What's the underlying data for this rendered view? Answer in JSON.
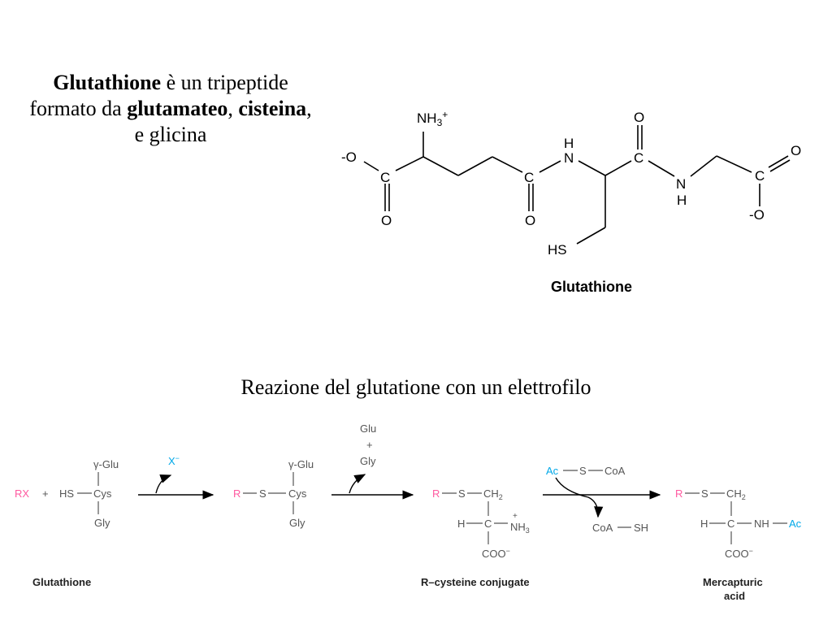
{
  "intro": {
    "w1": "Glutathione",
    "w2": " è un tripeptide formato da ",
    "w3": "glutamateo",
    "w4": ", ",
    "w5": "cisteina",
    "w6": ", e glicina"
  },
  "structure": {
    "caption": "Glutathione",
    "nh3": "NH",
    "nh3_sub": "3",
    "nh3_sup": "+",
    "o_minus_left": "-O",
    "c": "C",
    "o": "O",
    "n": "N",
    "h": "H",
    "hs": "HS",
    "o_minus_right": "-O"
  },
  "reaction_title": "Reazione del glutatione con un elettrofilo",
  "scheme": {
    "rx": "RX",
    "plus": "+",
    "hs": "HS",
    "cys": "Cys",
    "gamma_glu": "γ-Glu",
    "gly": "Gly",
    "x_minus": "X",
    "x_minus_sup": "−",
    "r": "R",
    "s": "S",
    "glu": "Glu",
    "plus2": "+",
    "gly2": "Gly",
    "ch2": "CH",
    "ch2_sub": "2",
    "h": "H",
    "c": "C",
    "nh3": "NH",
    "nh3_sub": "3",
    "nh3_sup": "+",
    "coo": "COO",
    "coo_sup": "−",
    "ac": "Ac",
    "coa": "CoA",
    "coa_sh": "CoA",
    "sh": "SH",
    "nh": "NH",
    "label_glutathione": "Glutathione",
    "label_conjugate": "R–cysteine conjugate",
    "label_mercapturic_1": "Mercapturic",
    "label_mercapturic_2": "acid"
  },
  "colors": {
    "pink": "#ff5aa0",
    "cyan": "#00a8e8",
    "gray": "#555555"
  }
}
